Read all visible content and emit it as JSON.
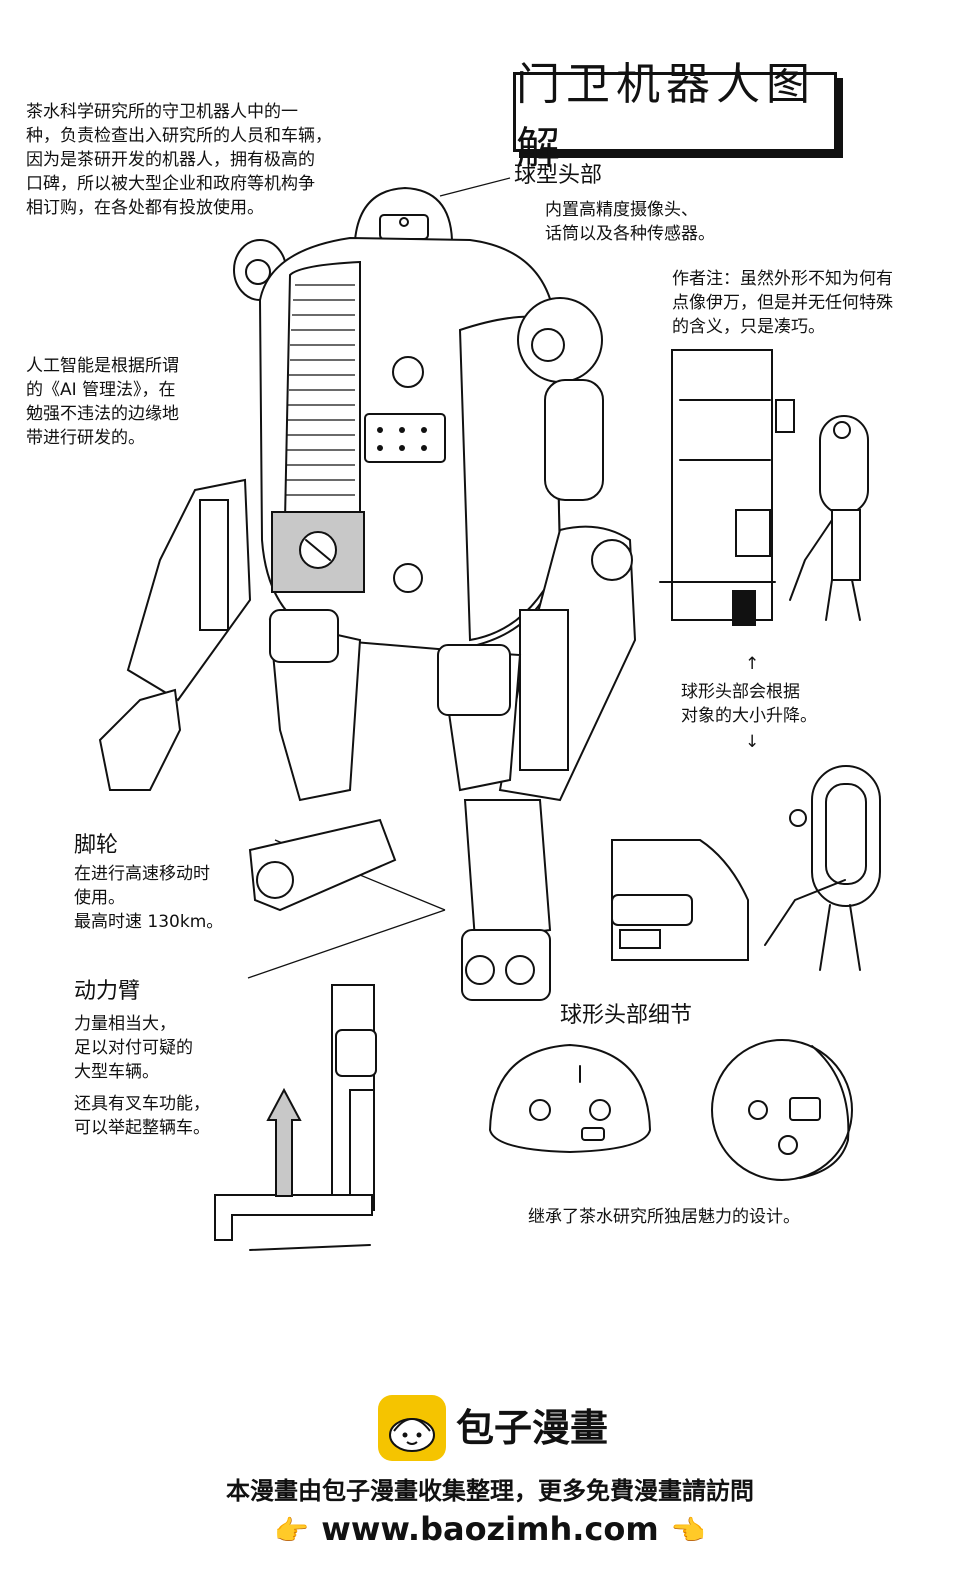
{
  "title": "门卫机器人图解",
  "intro": "茶水科学研究所的守卫机器人中的一\n种，负责检查出入研究所的人员和车辆，\n因为是茶研开发的机器人，拥有极高的\n口碑，所以被大型企业和政府等机构争\n相订购，在各处都有投放使用。",
  "ai_note": "人工智能是根据所谓\n的《AI 管理法》，在\n勉强不违法的边缘地\n带进行研发的。",
  "head_section": {
    "heading": "球型头部",
    "desc": "内置高精度摄像头、\n话筒以及各种传感器。"
  },
  "author_note": "作者注：虽然外形不知为何有\n点像伊万，但是并无任何特殊\n的含义，只是凑巧。",
  "height_note": "球形头部会根据\n对象的大小升降。",
  "arrow_up": "↑",
  "arrow_down": "↓",
  "wheel_section": {
    "heading": "脚轮",
    "desc": "在进行高速移动时\n使用。\n最高时速 130km。"
  },
  "arm_section": {
    "heading": "动力臂",
    "desc1": "力量相当大，\n足以对付可疑的\n大型车辆。",
    "desc2": "还具有叉车功能，\n可以举起整辆车。"
  },
  "detail_section": {
    "heading": "球形头部细节",
    "caption": "继承了茶水研究所独居魅力的设计。"
  },
  "footer": {
    "logo_text": "包子漫畫",
    "notice": "本漫畫由包子漫畫收集整理，更多免費漫畫請訪問",
    "url": "www.baozimh.com",
    "left_icon": "👉",
    "right_icon": "👈"
  },
  "colors": {
    "ink": "#111111",
    "logo_yellow": "#f5c400",
    "panel_gray": "#c8c8c8"
  }
}
